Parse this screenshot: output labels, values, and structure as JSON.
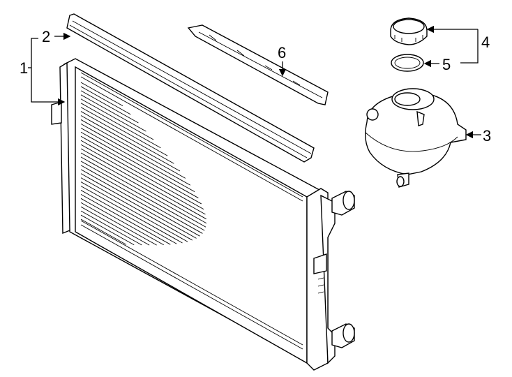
{
  "diagram": {
    "callouts": [
      {
        "id": "1",
        "part": "radiator"
      },
      {
        "id": "2",
        "part": "upper-seal"
      },
      {
        "id": "3",
        "part": "coolant-reservoir"
      },
      {
        "id": "4",
        "part": "reservoir-cap"
      },
      {
        "id": "5",
        "part": "cap-o-ring"
      },
      {
        "id": "6",
        "part": "upper-bracket"
      }
    ]
  }
}
